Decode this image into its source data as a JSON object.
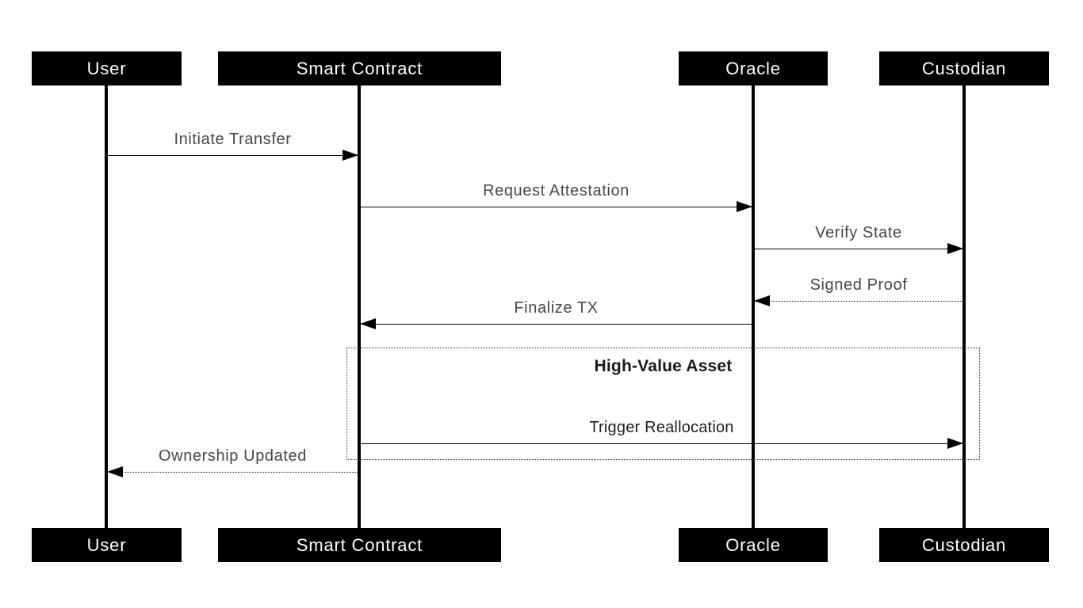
{
  "diagram": {
    "type": "sequence-diagram",
    "title": "",
    "actors": [
      {
        "name": "User"
      },
      {
        "name": "Smart Contract"
      },
      {
        "name": "Oracle"
      },
      {
        "name": "Custodian"
      }
    ],
    "messages": [
      {
        "from": "User",
        "to": "Smart Contract",
        "label": "Initiate Transfer",
        "style": "solid",
        "direction": "right"
      },
      {
        "from": "Smart Contract",
        "to": "Oracle",
        "label": "Request Attestation",
        "style": "solid",
        "direction": "right"
      },
      {
        "from": "Oracle",
        "to": "Custodian",
        "label": "Verify State",
        "style": "solid",
        "direction": "right"
      },
      {
        "from": "Custodian",
        "to": "Oracle",
        "label": "Signed Proof",
        "style": "dotted",
        "direction": "left"
      },
      {
        "from": "Oracle",
        "to": "Smart Contract",
        "label": "Finalize TX",
        "style": "solid",
        "direction": "left"
      },
      {
        "from": "Smart Contract",
        "to": "Custodian",
        "label": "Trigger Reallocation",
        "style": "solid",
        "direction": "right"
      },
      {
        "from": "Smart Contract",
        "to": "User",
        "label": "Ownership Updated",
        "style": "dotted",
        "direction": "left"
      }
    ],
    "frame": {
      "label": "High-Value Asset",
      "contains": [
        "Trigger Reallocation"
      ]
    },
    "colors": {
      "background": "#ffffff",
      "actor_bg": "#000000",
      "actor_text": "#ffffff",
      "line": "#000000",
      "message_label": "#474747",
      "frame_border": "#3a3a3a",
      "frame_label": "#1a1a1a"
    }
  }
}
